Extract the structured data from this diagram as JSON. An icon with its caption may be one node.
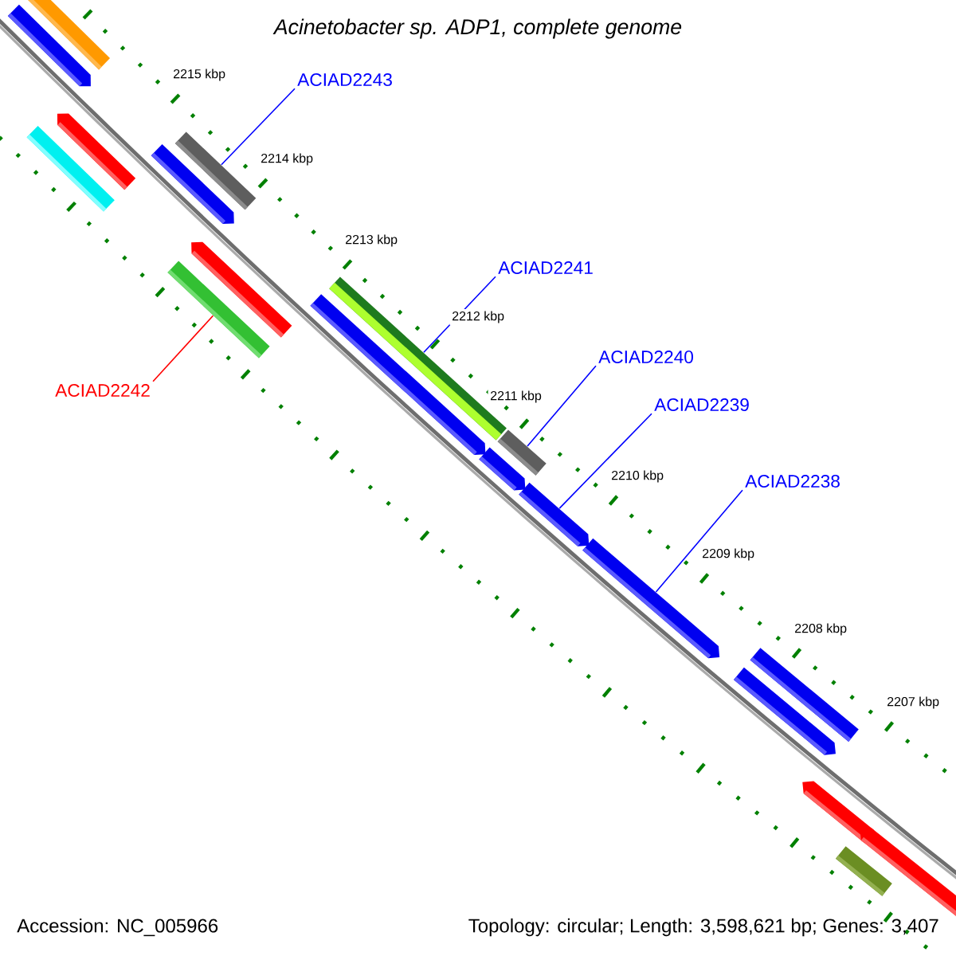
{
  "diagram": {
    "title": "Acinetobacter sp. ADP1, complete genome",
    "nodes": [
      {
        "text": [
          "ACIAD2243"
        ]
      },
      {
        "text": [
          "ACIAD2242"
        ]
      },
      {
        "text": [
          "ACIAD2241"
        ]
      },
      {
        "text": [
          "ACIAD2240"
        ]
      },
      {
        "text": [
          "ACIAD2239"
        ]
      },
      {
        "text": [
          "ACIAD2238"
        ]
      },
      {
        "text": [],
        "shape": "box"
      },
      {
        "text": [],
        "shape": "box"
      },
      {
        "text": [],
        "shape": "box"
      },
      {
        "text": [],
        "shape": "box"
      },
      {
        "text": [],
        "shape": "arrow"
      },
      {
        "text": [],
        "shape": "arrow"
      }
    ],
    "edges": [
      {
        "from": 0,
        "to": 6,
        "arrow": "none"
      },
      {
        "from": 1,
        "to": 7,
        "arrow": "none",
        "color": "#ff0000"
      },
      {
        "from": 2,
        "to": 8,
        "arrow": "none"
      },
      {
        "from": 3,
        "to": 9,
        "arrow": "none"
      },
      {
        "from": 4,
        "to": 10,
        "arrow": "none"
      },
      {
        "from": 5,
        "to": 11,
        "arrow": "none"
      }
    ],
    "labels": [
      "2215 kbp",
      "2214 kbp",
      "2213 kbp",
      "2212 kbp",
      "2211 kbp",
      "2210 kbp",
      "2209 kbp",
      "2208 kbp",
      "2207 kbp",
      "Accession: NC_005966",
      "Topology: circular; Length: 3,598,621 bp; Genes: 3,407"
    ]
  }
}
